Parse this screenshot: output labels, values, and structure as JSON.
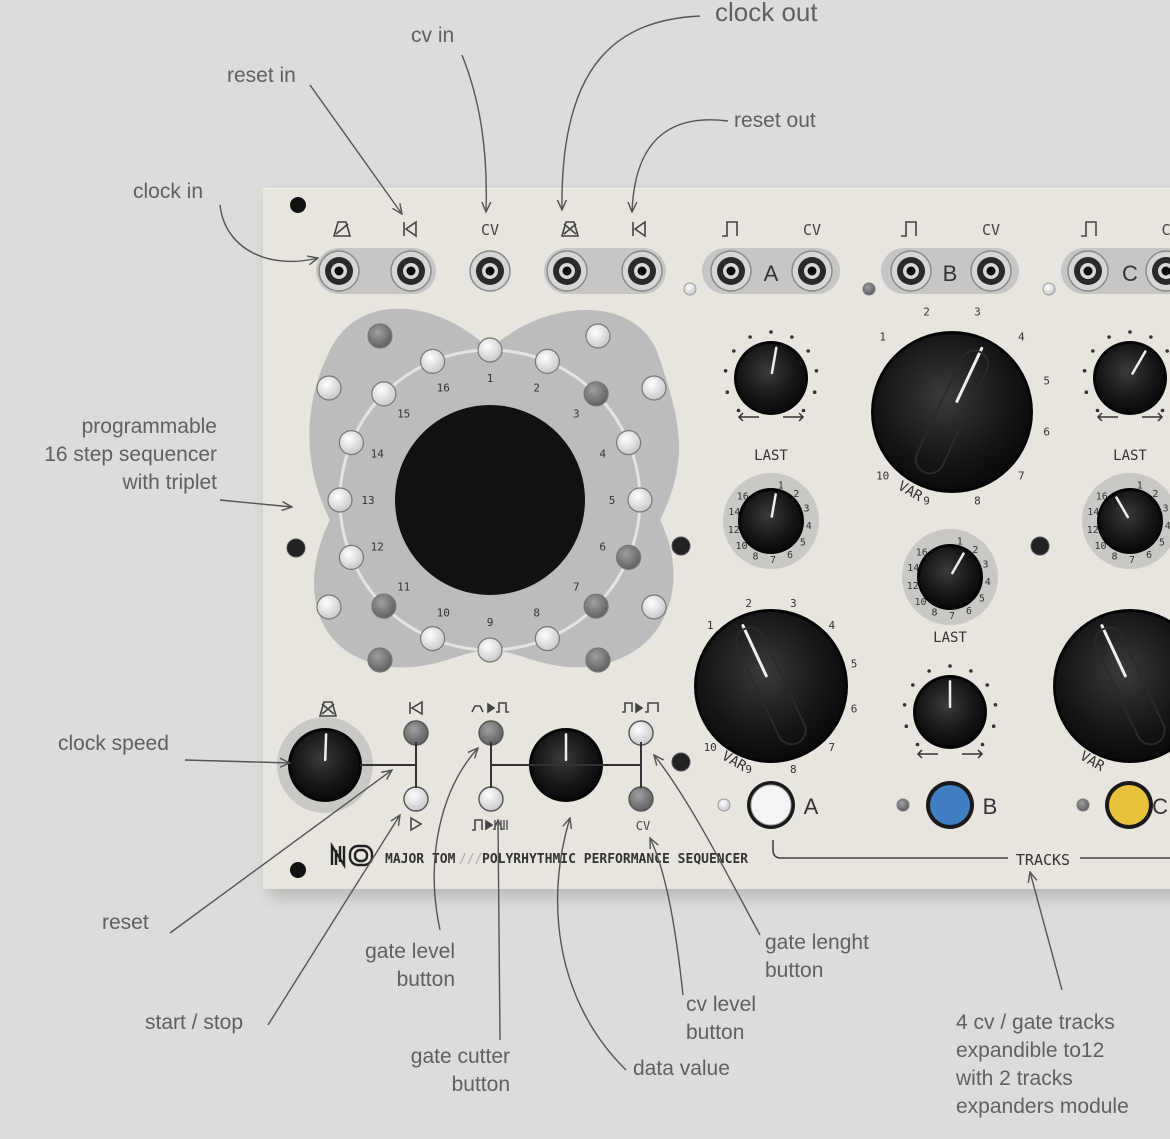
{
  "annotations": {
    "clock_out": "clock out",
    "cv_in": "cv in",
    "reset_in": "reset in",
    "reset_out": "reset out",
    "clock_in": "clock in",
    "sequencer": [
      "programmable",
      "16 step sequencer",
      "with triplet"
    ],
    "clock_speed": "clock speed",
    "reset": "reset",
    "start_stop": "start / stop",
    "gate_level": [
      "gate level",
      "button"
    ],
    "gate_cutter": [
      "gate cutter",
      "button"
    ],
    "data_value": "data value",
    "cv_level": [
      "cv level",
      "button"
    ],
    "gate_length": [
      "gate lenght",
      "button"
    ],
    "tracks_note": [
      "4 cv / gate tracks",
      "expandible to12",
      "with 2 tracks",
      "expanders module"
    ]
  },
  "panel": {
    "brand": "MAJOR TOM",
    "separator": "///",
    "subtitle": "POLYRHYTHMIC PERFORMANCE SEQUENCER",
    "tracks_label": "TRACKS",
    "jack_labels": [
      "CV",
      "CV",
      "CV",
      "C"
    ],
    "track_letters": [
      "A",
      "B",
      "C"
    ],
    "track_buttons": {
      "a": {
        "label": "A",
        "color": "#f4f4f2"
      },
      "b": {
        "label": "B",
        "color": "#3f7fc2"
      },
      "c": {
        "label": "C",
        "color": "#e8c23a"
      }
    },
    "last_label": "LAST",
    "var_label": "VAR",
    "cv_button_label": "CV",
    "step_numbers": [
      "1",
      "2",
      "3",
      "4",
      "5",
      "6",
      "7",
      "8",
      "9",
      "10",
      "11",
      "12",
      "13",
      "14",
      "15",
      "16"
    ]
  }
}
